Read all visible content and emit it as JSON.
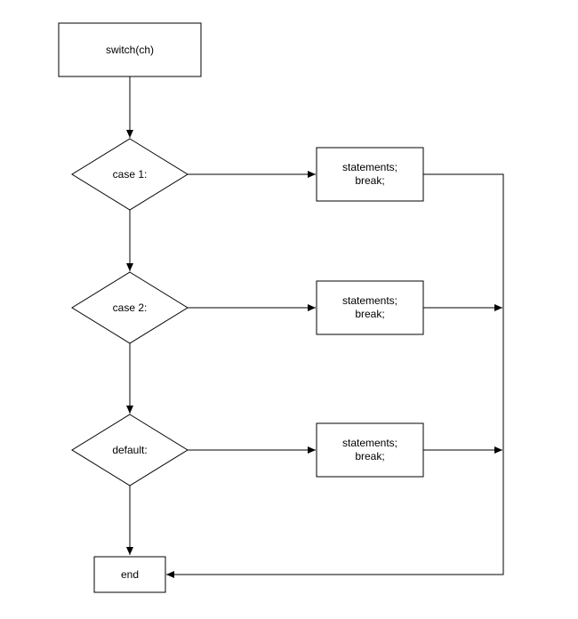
{
  "colors": {
    "stroke": "#000000",
    "fill": "#ffffff",
    "text": "#000000"
  },
  "nodes": {
    "start": {
      "label": "switch(ch)"
    },
    "case1": {
      "label": "case 1:"
    },
    "case2": {
      "label": "case 2:"
    },
    "default": {
      "label": "default:"
    },
    "stmt1": {
      "line1": "statements;",
      "line2": "break;"
    },
    "stmt2": {
      "line1": "statements;",
      "line2": "break;"
    },
    "stmt3": {
      "line1": "statements;",
      "line2": "break;"
    },
    "end": {
      "label": "end"
    }
  }
}
